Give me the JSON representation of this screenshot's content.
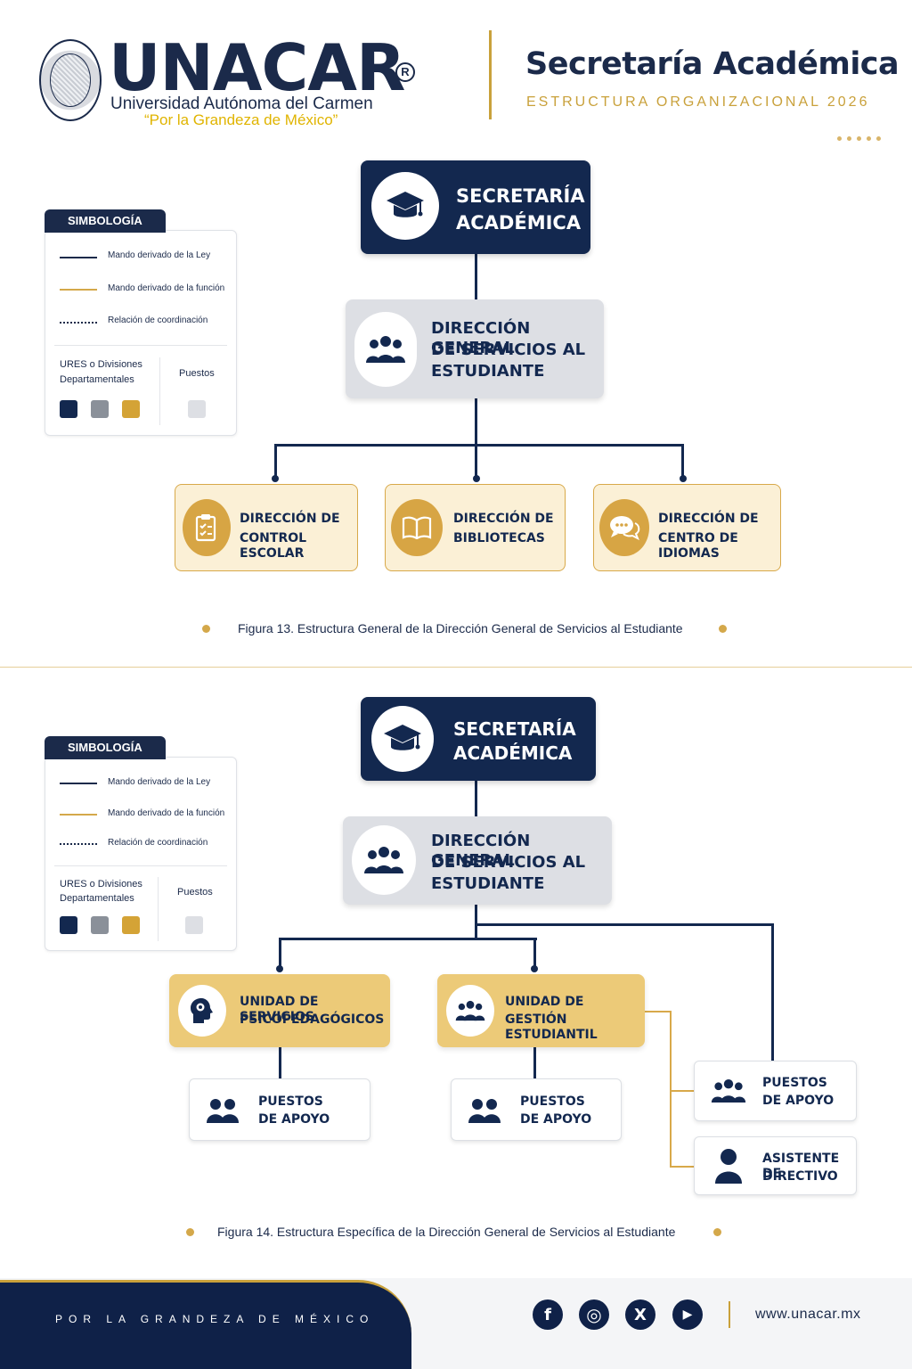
{
  "header": {
    "brand": "UNACAR",
    "reg_mark": "R",
    "university": "Universidad Autónoma del Carmen",
    "motto": "“Por la Grandeza de México”",
    "title": "Secretaría Académica",
    "subtitle": "ESTRUCTURA ORGANIZACIONAL 2026"
  },
  "legend": {
    "tab": "SIMBOLOGÍA",
    "line_ley": "Mando derivado de la Ley",
    "line_funcion": "Mando derivado de la función",
    "line_coord": "Relación de coordinación",
    "ures_label_1": "URES o Divisiones",
    "ures_label_2": "Departamentales",
    "puestos_label": "Puestos",
    "swatch_colors": [
      "#13284f",
      "#8a9099",
      "#d4a336"
    ],
    "puestos_color": "#dddfe4"
  },
  "fig13": {
    "top": {
      "line1": "SECRETARÍA",
      "line2": "ACADÉMICA",
      "icon": "graduation-cap-icon"
    },
    "dg": {
      "line1": "DIRECCIÓN GENERAL",
      "line2": "DE SERVICIOS AL",
      "line3": "ESTUDIANTE",
      "icon": "group-icon"
    },
    "children": [
      {
        "line1": "DIRECCIÓN DE",
        "line2": "CONTROL ESCOLAR",
        "icon": "clipboard-check-icon"
      },
      {
        "line1": "DIRECCIÓN DE",
        "line2": "BIBLIOTECAS",
        "icon": "open-book-icon"
      },
      {
        "line1": "DIRECCIÓN DE",
        "line2": "CENTRO DE IDIOMAS",
        "icon": "speech-bubbles-icon"
      }
    ],
    "caption": "Figura 13. Estructura General de la Dirección General de Servicios al Estudiante"
  },
  "fig14": {
    "top": {
      "line1": "SECRETARÍA",
      "line2": "ACADÉMICA"
    },
    "dg": {
      "line1": "DIRECCIÓN GENERAL",
      "line2": "DE SERVICIOS AL",
      "line3": "ESTUDIANTE"
    },
    "units": [
      {
        "line1": "UNIDAD DE SERVICIOS",
        "line2": "PSICOPEDAGÓGICOS",
        "icon": "head-gear-icon"
      },
      {
        "line1": "UNIDAD DE",
        "line2": "GESTIÓN ESTUDIANTIL",
        "icon": "group-icon"
      }
    ],
    "positions": [
      {
        "line1": "PUESTOS",
        "line2": "DE APOYO"
      },
      {
        "line1": "PUESTOS",
        "line2": "DE APOYO"
      },
      {
        "line1": "PUESTOS",
        "line2": "DE APOYO"
      },
      {
        "line1": "ASISTENTE DE",
        "line2": "DIRECTIVO"
      }
    ],
    "caption": "Figura 14. Estructura Específica de la Dirección General de Servicios al Estudiante"
  },
  "footer": {
    "motto": "POR LA GRANDEZA DE MÉXICO",
    "social": [
      "f",
      "◎",
      "X",
      "▶"
    ],
    "url": "www.unacar.mx"
  }
}
